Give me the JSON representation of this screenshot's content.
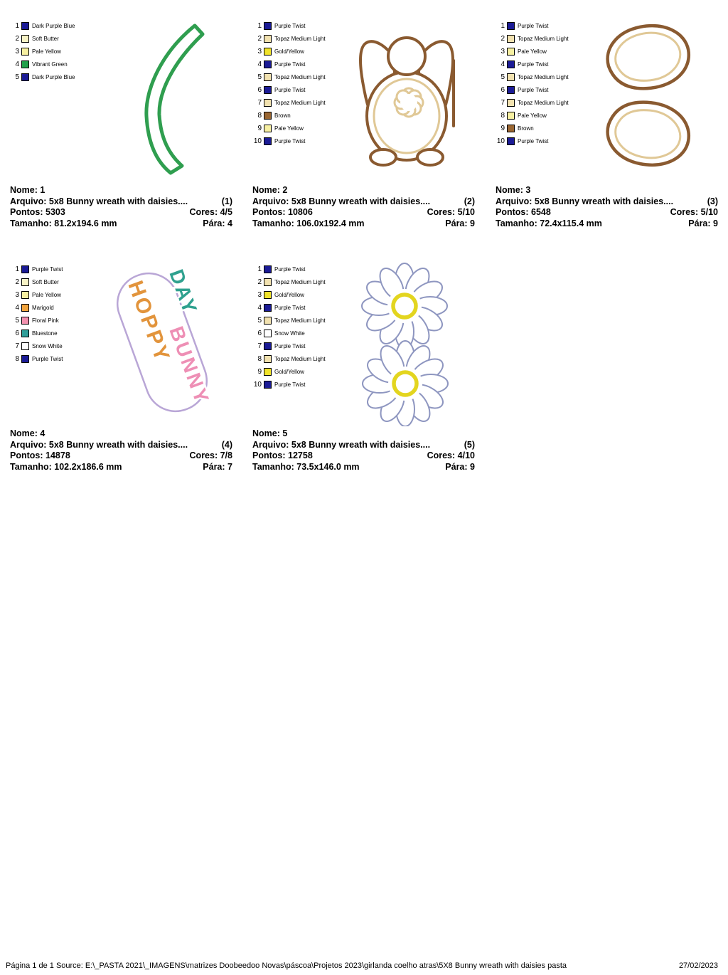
{
  "labels": {
    "nome": "Nome:",
    "arquivo": "Arquivo:",
    "pontos": "Pontos:",
    "cores": "Cores:",
    "tamanho": "Tamanho:",
    "para": "Pára:"
  },
  "footer": {
    "left": "Página 1 de 1 Source: E:\\_PASTA 2021\\_IMAGENS\\matrizes Doobeedoo Novas\\páscoa\\Projetos 2023\\girlanda coelho atras\\5X8 Bunny wreath with daisies pasta",
    "date": "27/02/2023"
  },
  "art": {
    "green": "#2f9e4f",
    "brown": "#8a5a30",
    "cream": "#e0c896",
    "yellow": "#e3d51f",
    "petal_outline": "#8e96c0",
    "orange": "#e2943c",
    "teal": "#2fa18f",
    "pink": "#ee8fb5",
    "blob_outline": "#b9a6d6",
    "navy": "#1b1b96"
  },
  "designs": [
    {
      "nome": "1",
      "arquivo": "5x8 Bunny wreath with daisies....",
      "arquivo_num": "(1)",
      "pontos": "5303",
      "cores": "4/5",
      "tamanho": "81.2x194.6 mm",
      "para": "4",
      "threads": [
        {
          "num": "1",
          "name": "Dark Purple Blue",
          "color": "#1b1b96"
        },
        {
          "num": "2",
          "name": "Soft Butter",
          "color": "#f7f3c6"
        },
        {
          "num": "3",
          "name": "Pale Yellow",
          "color": "#f7f0a2"
        },
        {
          "num": "4",
          "name": "Vibrant Green",
          "color": "#21a14b"
        },
        {
          "num": "5",
          "name": "Dark Purple Blue",
          "color": "#1b1b96"
        }
      ]
    },
    {
      "nome": "2",
      "arquivo": "5x8 Bunny wreath with daisies....",
      "arquivo_num": "(2)",
      "pontos": "10806",
      "cores": "5/10",
      "tamanho": "106.0x192.4 mm",
      "para": "9",
      "threads": [
        {
          "num": "1",
          "name": "Purple Twist",
          "color": "#1b1b96"
        },
        {
          "num": "2",
          "name": "Topaz Medium Light",
          "color": "#f2e2b0"
        },
        {
          "num": "3",
          "name": "Gold/Yellow",
          "color": "#f0e32a"
        },
        {
          "num": "4",
          "name": "Purple Twist",
          "color": "#1b1b96"
        },
        {
          "num": "5",
          "name": "Topaz Medium Light",
          "color": "#f2e2b0"
        },
        {
          "num": "6",
          "name": "Purple Twist",
          "color": "#1b1b96"
        },
        {
          "num": "7",
          "name": "Topaz Medium Light",
          "color": "#f2e2b0"
        },
        {
          "num": "8",
          "name": "Brown",
          "color": "#9a6632"
        },
        {
          "num": "9",
          "name": "Pale Yellow",
          "color": "#f7f0a2"
        },
        {
          "num": "10",
          "name": "Purple Twist",
          "color": "#1b1b96"
        }
      ]
    },
    {
      "nome": "3",
      "arquivo": "5x8 Bunny wreath with daisies....",
      "arquivo_num": "(3)",
      "pontos": "6548",
      "cores": "5/10",
      "tamanho": "72.4x115.4 mm",
      "para": "9",
      "threads": [
        {
          "num": "1",
          "name": "Purple Twist",
          "color": "#1b1b96"
        },
        {
          "num": "2",
          "name": "Topaz Medium Light",
          "color": "#f2e2b0"
        },
        {
          "num": "3",
          "name": "Pale Yellow",
          "color": "#f7f0a2"
        },
        {
          "num": "4",
          "name": "Purple Twist",
          "color": "#1b1b96"
        },
        {
          "num": "5",
          "name": "Topaz Medium Light",
          "color": "#f2e2b0"
        },
        {
          "num": "6",
          "name": "Purple Twist",
          "color": "#1b1b96"
        },
        {
          "num": "7",
          "name": "Topaz Medium Light",
          "color": "#f2e2b0"
        },
        {
          "num": "8",
          "name": "Pale Yellow",
          "color": "#f7f0a2"
        },
        {
          "num": "9",
          "name": "Brown",
          "color": "#9a6632"
        },
        {
          "num": "10",
          "name": "Purple Twist",
          "color": "#1b1b96"
        }
      ]
    },
    {
      "nome": "4",
      "arquivo": "5x8 Bunny wreath with daisies....",
      "arquivo_num": "(4)",
      "pontos": "14878",
      "cores": "7/8",
      "tamanho": "102.2x186.6 mm",
      "para": "7",
      "words": [
        "HOPPY",
        "DAY",
        "BUNNY"
      ],
      "threads": [
        {
          "num": "1",
          "name": "Purple Twist",
          "color": "#1b1b96"
        },
        {
          "num": "2",
          "name": "Soft Butter",
          "color": "#f7f3c6"
        },
        {
          "num": "3",
          "name": "Pale Yellow",
          "color": "#f7f0a2"
        },
        {
          "num": "4",
          "name": "Marigold",
          "color": "#f2a43c"
        },
        {
          "num": "5",
          "name": "Floral Pink",
          "color": "#f390ae"
        },
        {
          "num": "6",
          "name": "Bluestone",
          "color": "#2f9f9a"
        },
        {
          "num": "7",
          "name": "Snow White",
          "color": "#ffffff"
        },
        {
          "num": "8",
          "name": "Purple Twist",
          "color": "#1b1b96"
        }
      ]
    },
    {
      "nome": "5",
      "arquivo": "5x8 Bunny wreath with daisies....",
      "arquivo_num": "(5)",
      "pontos": "12758",
      "cores": "4/10",
      "tamanho": "73.5x146.0 mm",
      "para": "9",
      "threads": [
        {
          "num": "1",
          "name": "Purple Twist",
          "color": "#1b1b96"
        },
        {
          "num": "2",
          "name": "Topaz Medium Light",
          "color": "#f2e2b0"
        },
        {
          "num": "3",
          "name": "Gold/Yellow",
          "color": "#f0e32a"
        },
        {
          "num": "4",
          "name": "Purple Twist",
          "color": "#1b1b96"
        },
        {
          "num": "5",
          "name": "Topaz Medium Light",
          "color": "#f2e2b0"
        },
        {
          "num": "6",
          "name": "Snow White",
          "color": "#ffffff"
        },
        {
          "num": "7",
          "name": "Purple Twist",
          "color": "#1b1b96"
        },
        {
          "num": "8",
          "name": "Topaz Medium Light",
          "color": "#f2e2b0"
        },
        {
          "num": "9",
          "name": "Gold/Yellow",
          "color": "#f0e32a"
        },
        {
          "num": "10",
          "name": "Purple Twist",
          "color": "#1b1b96"
        }
      ]
    }
  ]
}
